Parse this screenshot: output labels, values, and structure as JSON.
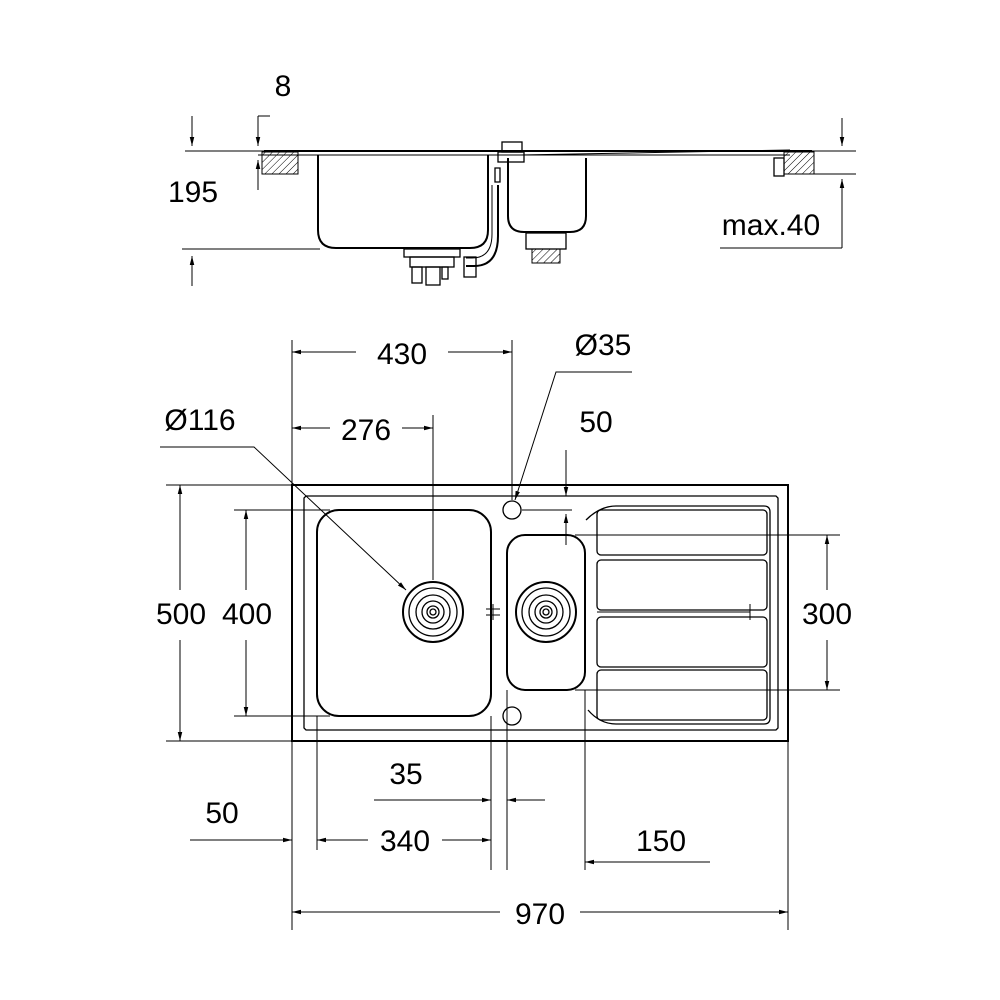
{
  "drawing": {
    "side_view": {
      "dim_flange": "8",
      "dim_depth": "195",
      "dim_max": "max.40"
    },
    "top_view": {
      "dim_430": "430",
      "dim_diam35": "Ø35",
      "dim_diam116": "Ø116",
      "dim_276": "276",
      "dim_50_top": "50",
      "dim_500": "500",
      "dim_400": "400",
      "dim_300": "300",
      "dim_35": "35",
      "dim_50_left": "50",
      "dim_340": "340",
      "dim_150": "150",
      "dim_970": "970"
    }
  }
}
